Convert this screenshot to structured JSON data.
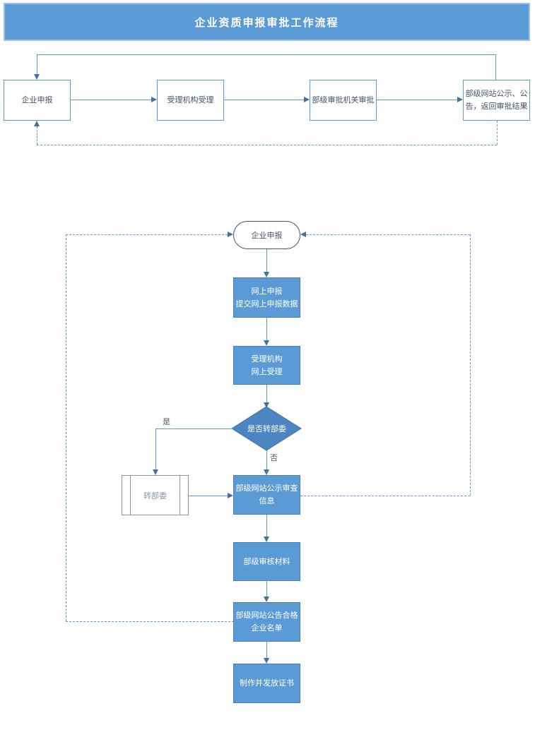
{
  "title": {
    "text": "企业资质申报审批工作流程"
  },
  "colors": {
    "banner_fill": "#5b9bd5",
    "banner_border": "#9cc2e5",
    "process_fill": "#5b9bd5",
    "process_border": "#4a7eba",
    "white_box_border": "#5b9bd5",
    "diamond_fill": "#4c86c2",
    "terminator_border": "#44546a",
    "subprocess_border": "#8496b0",
    "connector_line": "#5b9bd5",
    "arrowhead": "#41719c",
    "dark_text": "#44546a",
    "light_text": "#ffffff",
    "label_text": "#595959"
  },
  "top_flow": {
    "steps": [
      {
        "label": "企业申报"
      },
      {
        "label": "受理机构受理"
      },
      {
        "label": "部级审批机关审批"
      },
      {
        "label": "部级网站公示、公告，返回审批结果"
      }
    ]
  },
  "detail_flow": {
    "start": {
      "label": "企业申报"
    },
    "steps": {
      "online_declare": {
        "label": "网上申报\n提交网上申报数据"
      },
      "online_accept": {
        "label": "受理机构\n网上受理"
      },
      "publicize_review": {
        "label": "部级网站公示审查\n信息"
      },
      "ministry_review": {
        "label": "部级审核材料"
      },
      "announce_qualified": {
        "label": "部级网站公告合格\n企业名单"
      },
      "issue_certificate": {
        "label": "制作并发放证书"
      }
    },
    "decision": {
      "label": "是否转部委",
      "yes_label": "是",
      "no_label": "否"
    },
    "subprocess": {
      "label": "转部委"
    }
  }
}
